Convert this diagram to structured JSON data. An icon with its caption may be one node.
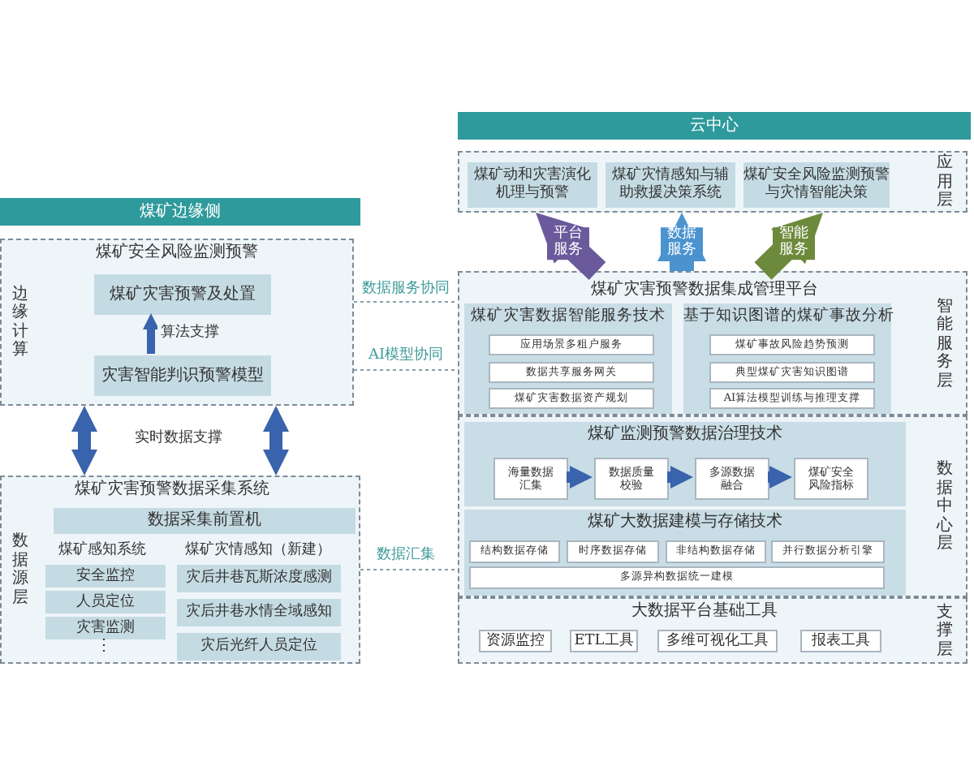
{
  "diagram": {
    "nodes": [
      {
        "text": [
          "煤矿边缘侧"
        ]
      },
      {
        "text": [
          "煤矿安全风险监测预警",
          "边缘计算"
        ]
      },
      {
        "text": [
          "煤矿灾害预警及处置"
        ],
        "in": 1
      },
      {
        "text": [
          "灾害智能判识预警模型"
        ],
        "in": 1
      },
      {
        "text": [
          "煤矿灾害预警数据采集系统",
          "数据源层"
        ]
      },
      {
        "text": [
          "数据采集前置机"
        ],
        "in": 4
      },
      {
        "text": [
          "安全监控"
        ],
        "in": 4
      },
      {
        "text": [
          "人员定位"
        ],
        "in": 4
      },
      {
        "text": [
          "灾害监测"
        ],
        "in": 4
      },
      {
        "text": [
          "灾后井巷瓦斯浓度感测"
        ],
        "in": 4
      },
      {
        "text": [
          "灾后井巷水情全域感知"
        ],
        "in": 4
      },
      {
        "text": [
          "灾后光纤人员定位"
        ],
        "in": 4
      },
      {
        "text": [
          "云中心"
        ]
      },
      {
        "text": [
          "应用层"
        ]
      },
      {
        "text": [
          "煤矿动和灾害演化机理与预警"
        ],
        "in": 13
      },
      {
        "text": [
          "煤矿灾情感知与辅助救援决策系统"
        ],
        "in": 13
      },
      {
        "text": [
          "煤矿安全风险监测预警与灾情智能决策"
        ],
        "in": 13
      },
      {
        "text": [
          "煤矿灾害预警数据集成管理平台",
          "智能服务层"
        ]
      },
      {
        "text": [
          "煤矿灾害数据智能服务技术"
        ],
        "in": 17
      },
      {
        "text": [
          "应用场景多租户服务"
        ],
        "in": 18
      },
      {
        "text": [
          "数据共享服务网关"
        ],
        "in": 18
      },
      {
        "text": [
          "煤矿灾害数据资产规划"
        ],
        "in": 18
      },
      {
        "text": [
          "基于知识图谱的煤矿事故分析"
        ],
        "in": 17
      },
      {
        "text": [
          "煤矿事故风险趋势预测"
        ],
        "in": 22
      },
      {
        "text": [
          "典型煤矿灾害知识图谱"
        ],
        "in": 22
      },
      {
        "text": [
          "AI算法模型训练与推理支撑"
        ],
        "in": 22
      },
      {
        "text": [
          "数据中心层"
        ]
      },
      {
        "text": [
          "煤矿监测预警数据治理技术"
        ],
        "in": 26
      },
      {
        "text": [
          "海量数据汇集"
        ],
        "in": 27
      },
      {
        "text": [
          "数据质量校验"
        ],
        "in": 27
      },
      {
        "text": [
          "多源数据融合"
        ],
        "in": 27
      },
      {
        "text": [
          "煤矿安全风险指标"
        ],
        "in": 27
      },
      {
        "text": [
          "煤矿大数据建模与存储技术"
        ],
        "in": 26
      },
      {
        "text": [
          "结构数据存储"
        ],
        "in": 32
      },
      {
        "text": [
          "时序数据存储"
        ],
        "in": 32
      },
      {
        "text": [
          "非结构数据存储"
        ],
        "in": 32
      },
      {
        "text": [
          "并行数据分析引擎"
        ],
        "in": 32
      },
      {
        "text": [
          "多源异构数据统一建模"
        ],
        "in": 32
      },
      {
        "text": [
          "大数据平台基础工具",
          "支撑层"
        ]
      },
      {
        "text": [
          "资源监控"
        ],
        "in": 38
      },
      {
        "text": [
          "ETL工具"
        ],
        "in": 38
      },
      {
        "text": [
          "多维可视化工具"
        ],
        "in": 38
      },
      {
        "text": [
          "报表工具"
        ],
        "in": 38
      }
    ],
    "edges": [
      {
        "from": 3,
        "to": 2,
        "arrow": "to",
        "label": "算法支撑"
      },
      {
        "from": 1,
        "to": 4,
        "arrow": "both",
        "label": "实时数据支撑"
      },
      {
        "from": 1,
        "to": 4,
        "arrow": "both"
      },
      {
        "from": 17,
        "to": 13,
        "arrow": "to",
        "label": "平台服务",
        "color": "#6a5a9c",
        "style": "thick"
      },
      {
        "from": 17,
        "to": 13,
        "arrow": "to",
        "label": "数据服务",
        "color": "#4b93cf",
        "style": "thick"
      },
      {
        "from": 17,
        "to": 13,
        "arrow": "to",
        "label": "智能服务",
        "color": "#6d8a3c",
        "style": "thick"
      },
      {
        "from": 28,
        "to": 29,
        "arrow": "to"
      },
      {
        "from": 29,
        "to": 30,
        "arrow": "to"
      },
      {
        "from": 30,
        "to": 31,
        "arrow": "to"
      },
      {
        "from": 1,
        "to": 17,
        "arrow": "none",
        "label": "数据服务协同",
        "style": "dashed"
      },
      {
        "from": 1,
        "to": 17,
        "arrow": "none",
        "label": "AI模型协同",
        "style": "dashed"
      },
      {
        "from": 4,
        "to": 26,
        "arrow": "none",
        "label": "数据汇集",
        "style": "dashed"
      }
    ],
    "labels": [
      "煤矿感知系统",
      "煤矿灾情感知（新建）",
      "⋮"
    ]
  }
}
